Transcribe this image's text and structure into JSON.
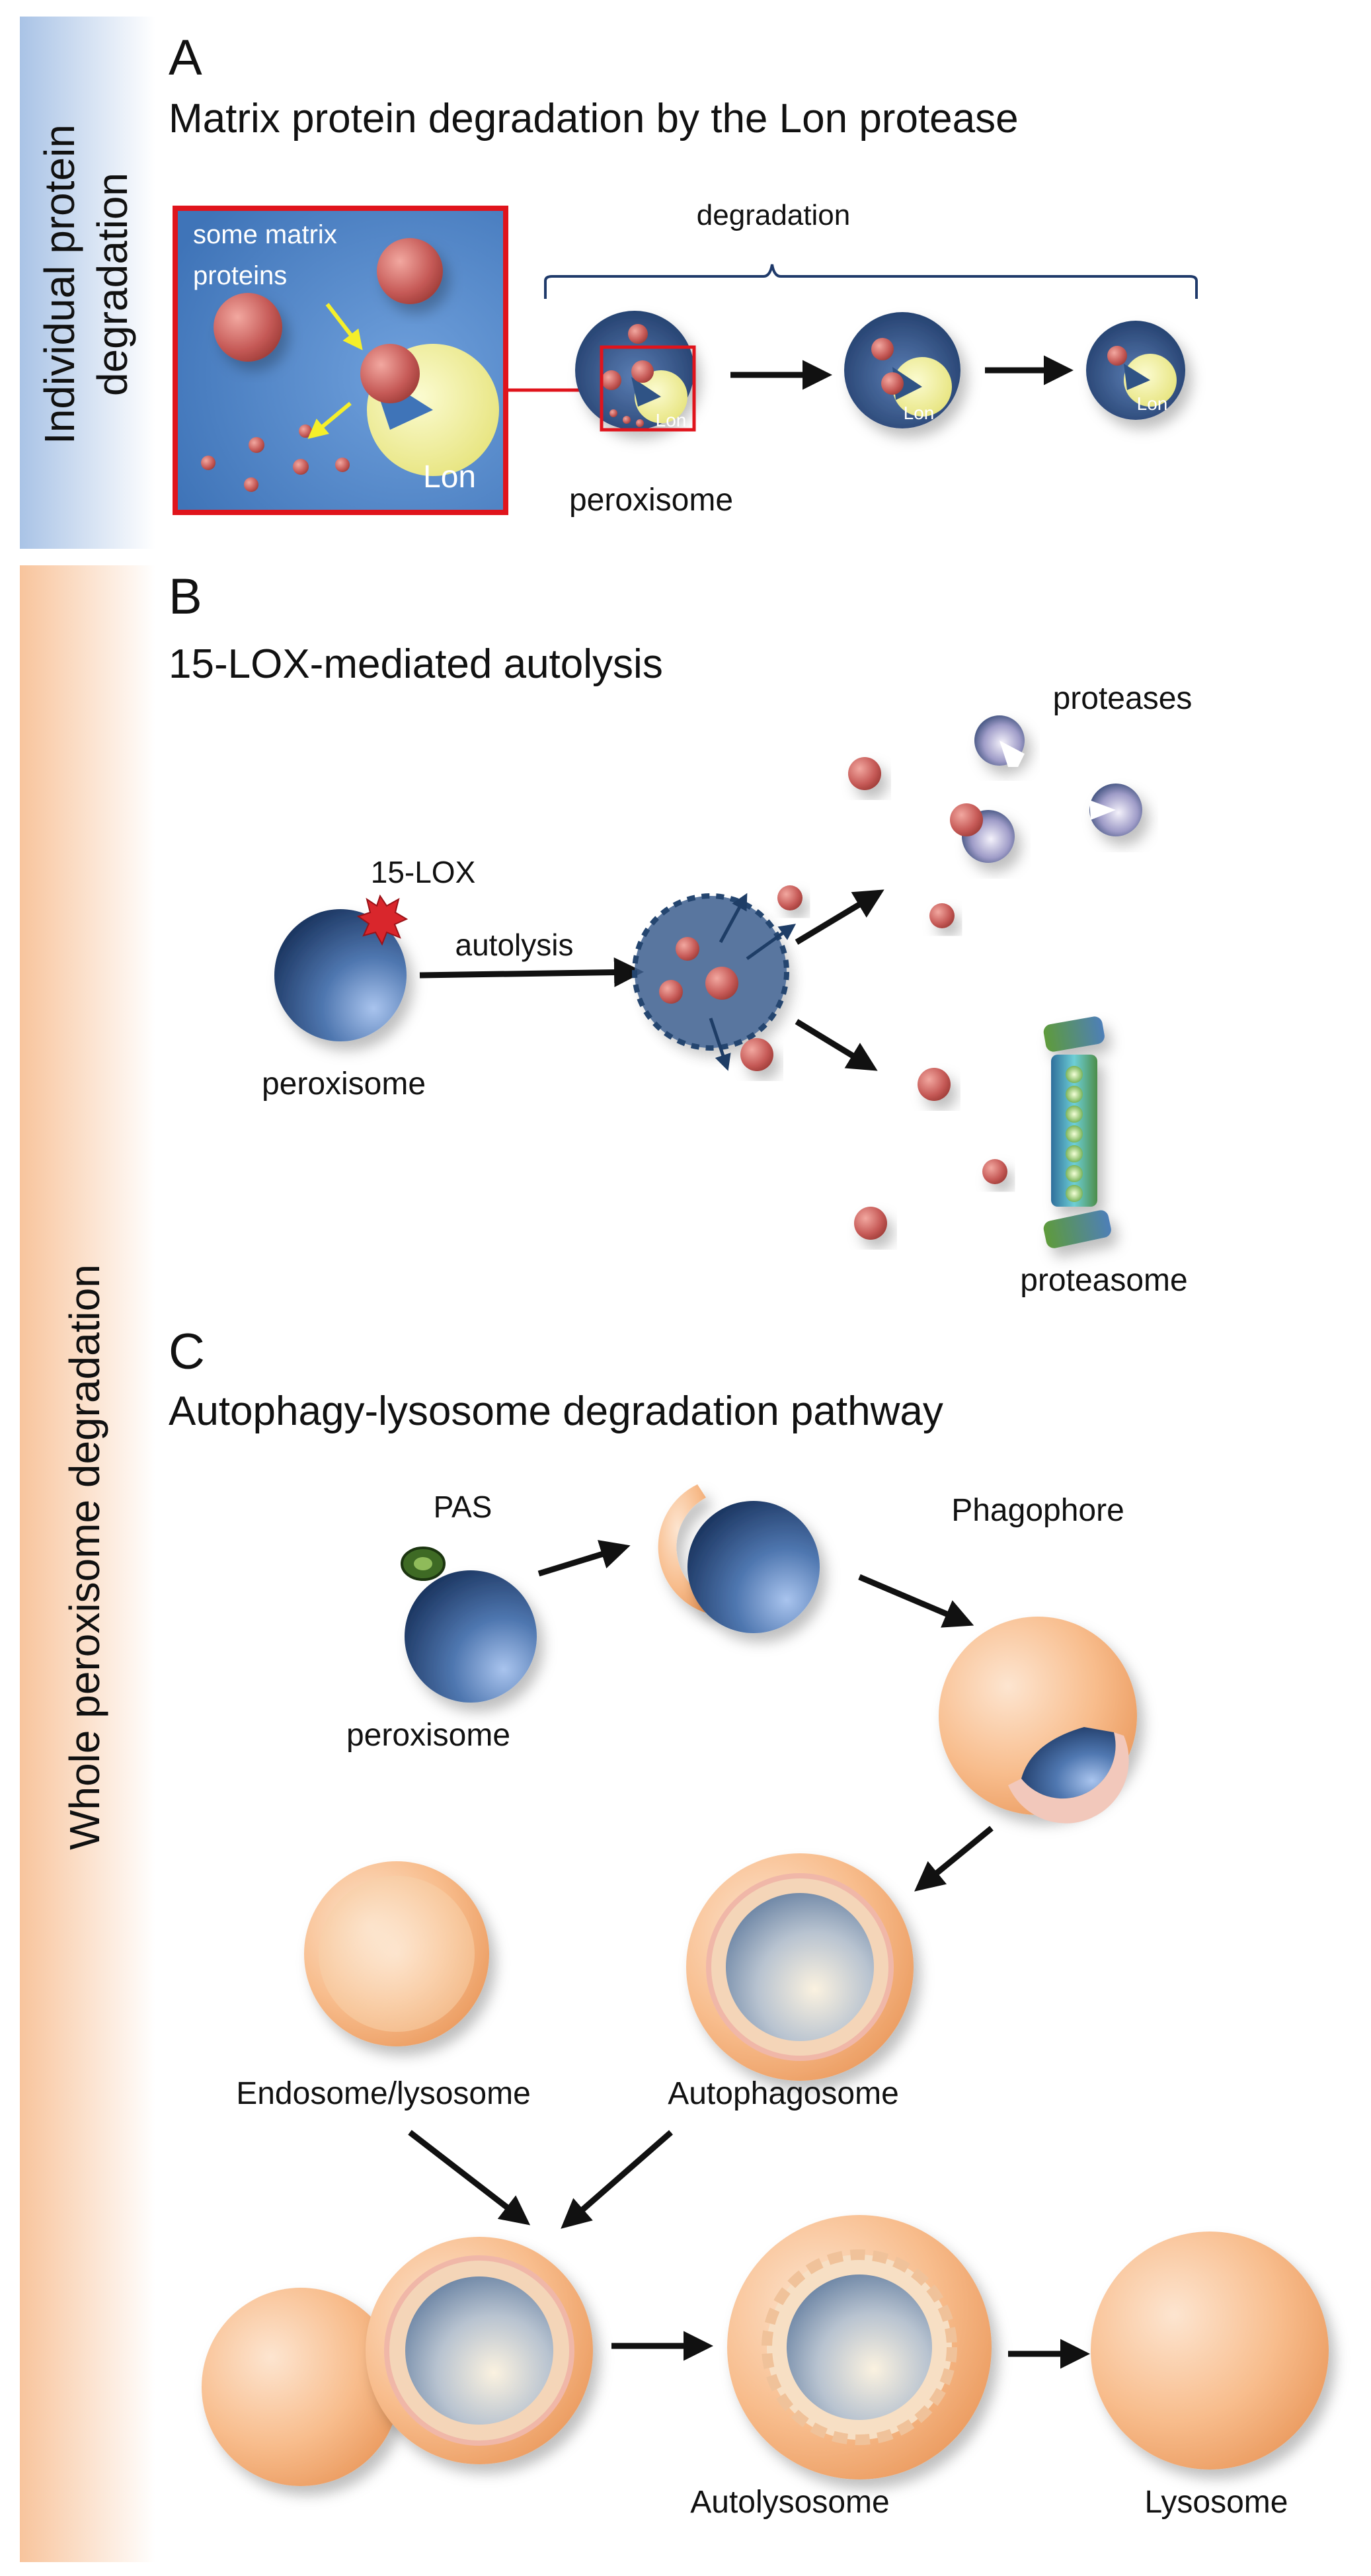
{
  "side_labels": {
    "top_line1": "Individual protein",
    "top_line2": "degradation",
    "bottom": "Whole peroxisome degradation"
  },
  "panel_a": {
    "letter": "A",
    "title": "Matrix protein degradation by the Lon protease",
    "inset_text_line1": "some matrix",
    "inset_text_line2": "proteins",
    "inset_lon": "Lon",
    "degradation": "degradation",
    "peroxisome": "peroxisome",
    "lon_small": "Lon"
  },
  "panel_b": {
    "letter": "B",
    "title": "15-LOX-mediated autolysis",
    "lox": "15-LOX",
    "autolysis": "autolysis",
    "peroxisome": "peroxisome",
    "proteases": "proteases",
    "proteasome": "proteasome"
  },
  "panel_c": {
    "letter": "C",
    "title": "Autophagy-lysosome degradation pathway",
    "pas": "PAS",
    "phagophore": "Phagophore",
    "peroxisome": "peroxisome",
    "endosome": "Endosome/lysosome",
    "autophagosome": "Autophagosome",
    "autolysosome": "Autolysosome",
    "lysosome": "Lysosome"
  },
  "colors": {
    "peroxisome_blue": "#2f5385",
    "lon_yellow": "#f3f2a0",
    "protein_red": "#c85a58",
    "membrane_orange": "#f6b07e",
    "inset_border": "#e0141c"
  }
}
